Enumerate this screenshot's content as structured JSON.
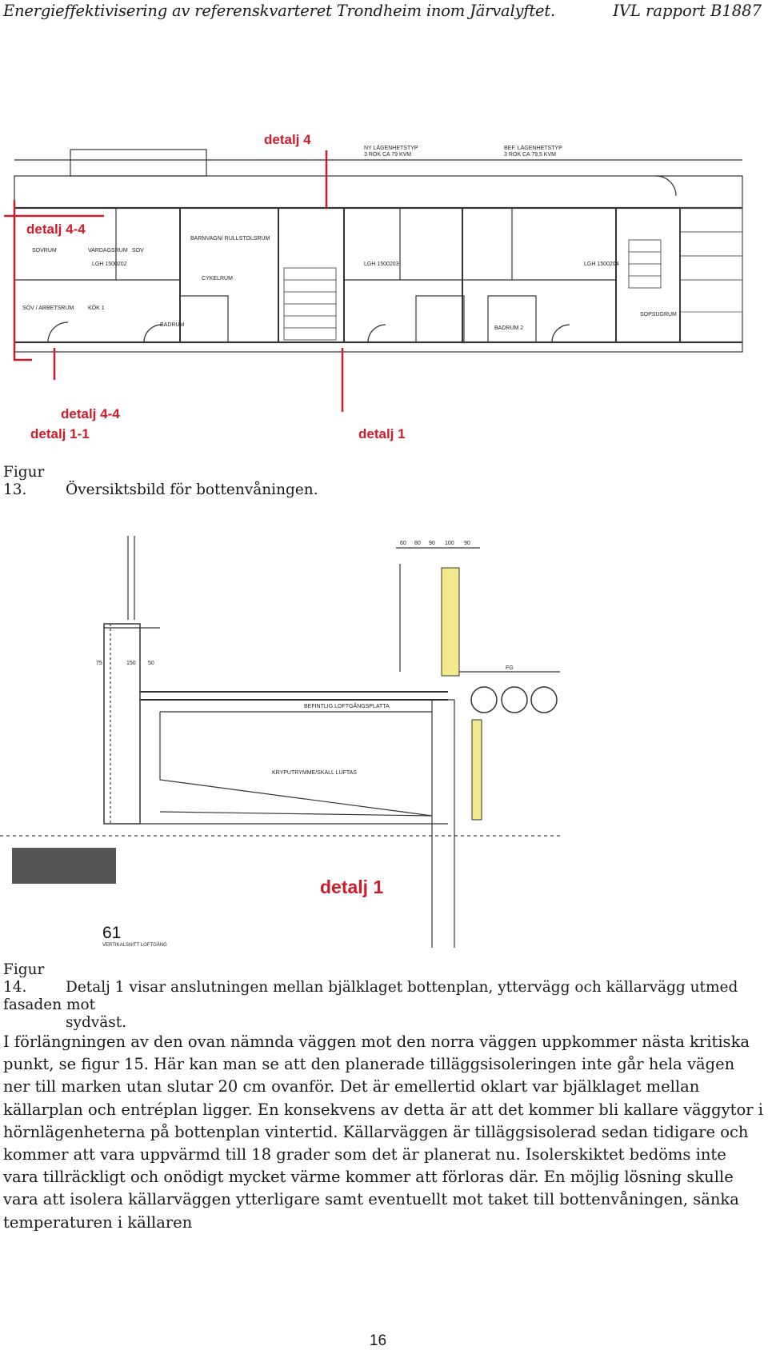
{
  "header": {
    "title": "Energieffektivisering av referenskvarteret Trondheim inom Järvalyftet.",
    "report": "IVL rapport B1887"
  },
  "figure13": {
    "callouts": [
      "detalj 4",
      "detalj 4-4",
      "detalj 4-4",
      "detalj 1-1",
      "detalj 1"
    ],
    "room_labels": [
      "NY LÄGENHETSTYP",
      "3 ROK CA 79 KVM",
      "BEF. LÄGENHETSTYP",
      "3 ROK CA 79,5 KVM",
      "SOVRUM",
      "VARDAGSRUM",
      "SOV",
      "LGH 1500202",
      "LGH 1500203",
      "LGH 1500204",
      "SOV / ARBETSRUM",
      "KÖK 1",
      "BADRUM",
      "CYKELRUM",
      "BARNVAGN/ RULLSTOLSRUM",
      "SOPSUGRUM",
      "BADRUM 2"
    ],
    "caption_number": "Figur 13.",
    "caption_text": "Översiktsbild för bottenvåningen."
  },
  "figure14": {
    "callout": "detalj 1",
    "drawing_number": "61",
    "drawing_subtitle": "VERTIKALSNITT LOFTGÅNG",
    "dimensions": [
      "60",
      "80",
      "90",
      "100",
      "90",
      "75",
      "150",
      "50"
    ],
    "annotations": [
      "BEFINTLIG LOFTGÅNGSPLATTA",
      "KRYPUTRYMME/SKALL LUFTAS",
      "FG"
    ],
    "caption_number": "Figur 14.",
    "caption_text": "Detalj 1 visar anslutningen mellan bjälklaget bottenplan, yttervägg och källarvägg utmed fasaden mot",
    "caption_cont": "sydväst."
  },
  "body": {
    "paragraph": "I förlängningen av den ovan nämnda väggen mot den norra väggen uppkommer nästa kritiska punkt, se figur 15. Här kan man se att den planerade tilläggsisoleringen inte går hela vägen ner till marken utan slutar 20 cm ovanför. Det är emellertid oklart var bjälklaget mellan källarplan och entréplan ligger. En konsekvens av detta är att det kommer bli kallare väggytor i hörnlägenheterna på bottenplan vintertid. Källarväggen är tilläggsisolerad sedan tidigare och kommer att vara uppvärmd till 18 grader som det är planerat nu. Isolerskiktet bedöms inte vara tillräckligt och onödigt mycket värme kommer att förloras där. En möjlig lösning skulle vara att isolera källarväggen ytterligare samt eventuellt mot taket till bottenvåningen, sänka temperaturen i källaren"
  },
  "footer": {
    "page_number": "16"
  },
  "colors": {
    "callout_red": "#d11a2a",
    "line": "#333333"
  }
}
